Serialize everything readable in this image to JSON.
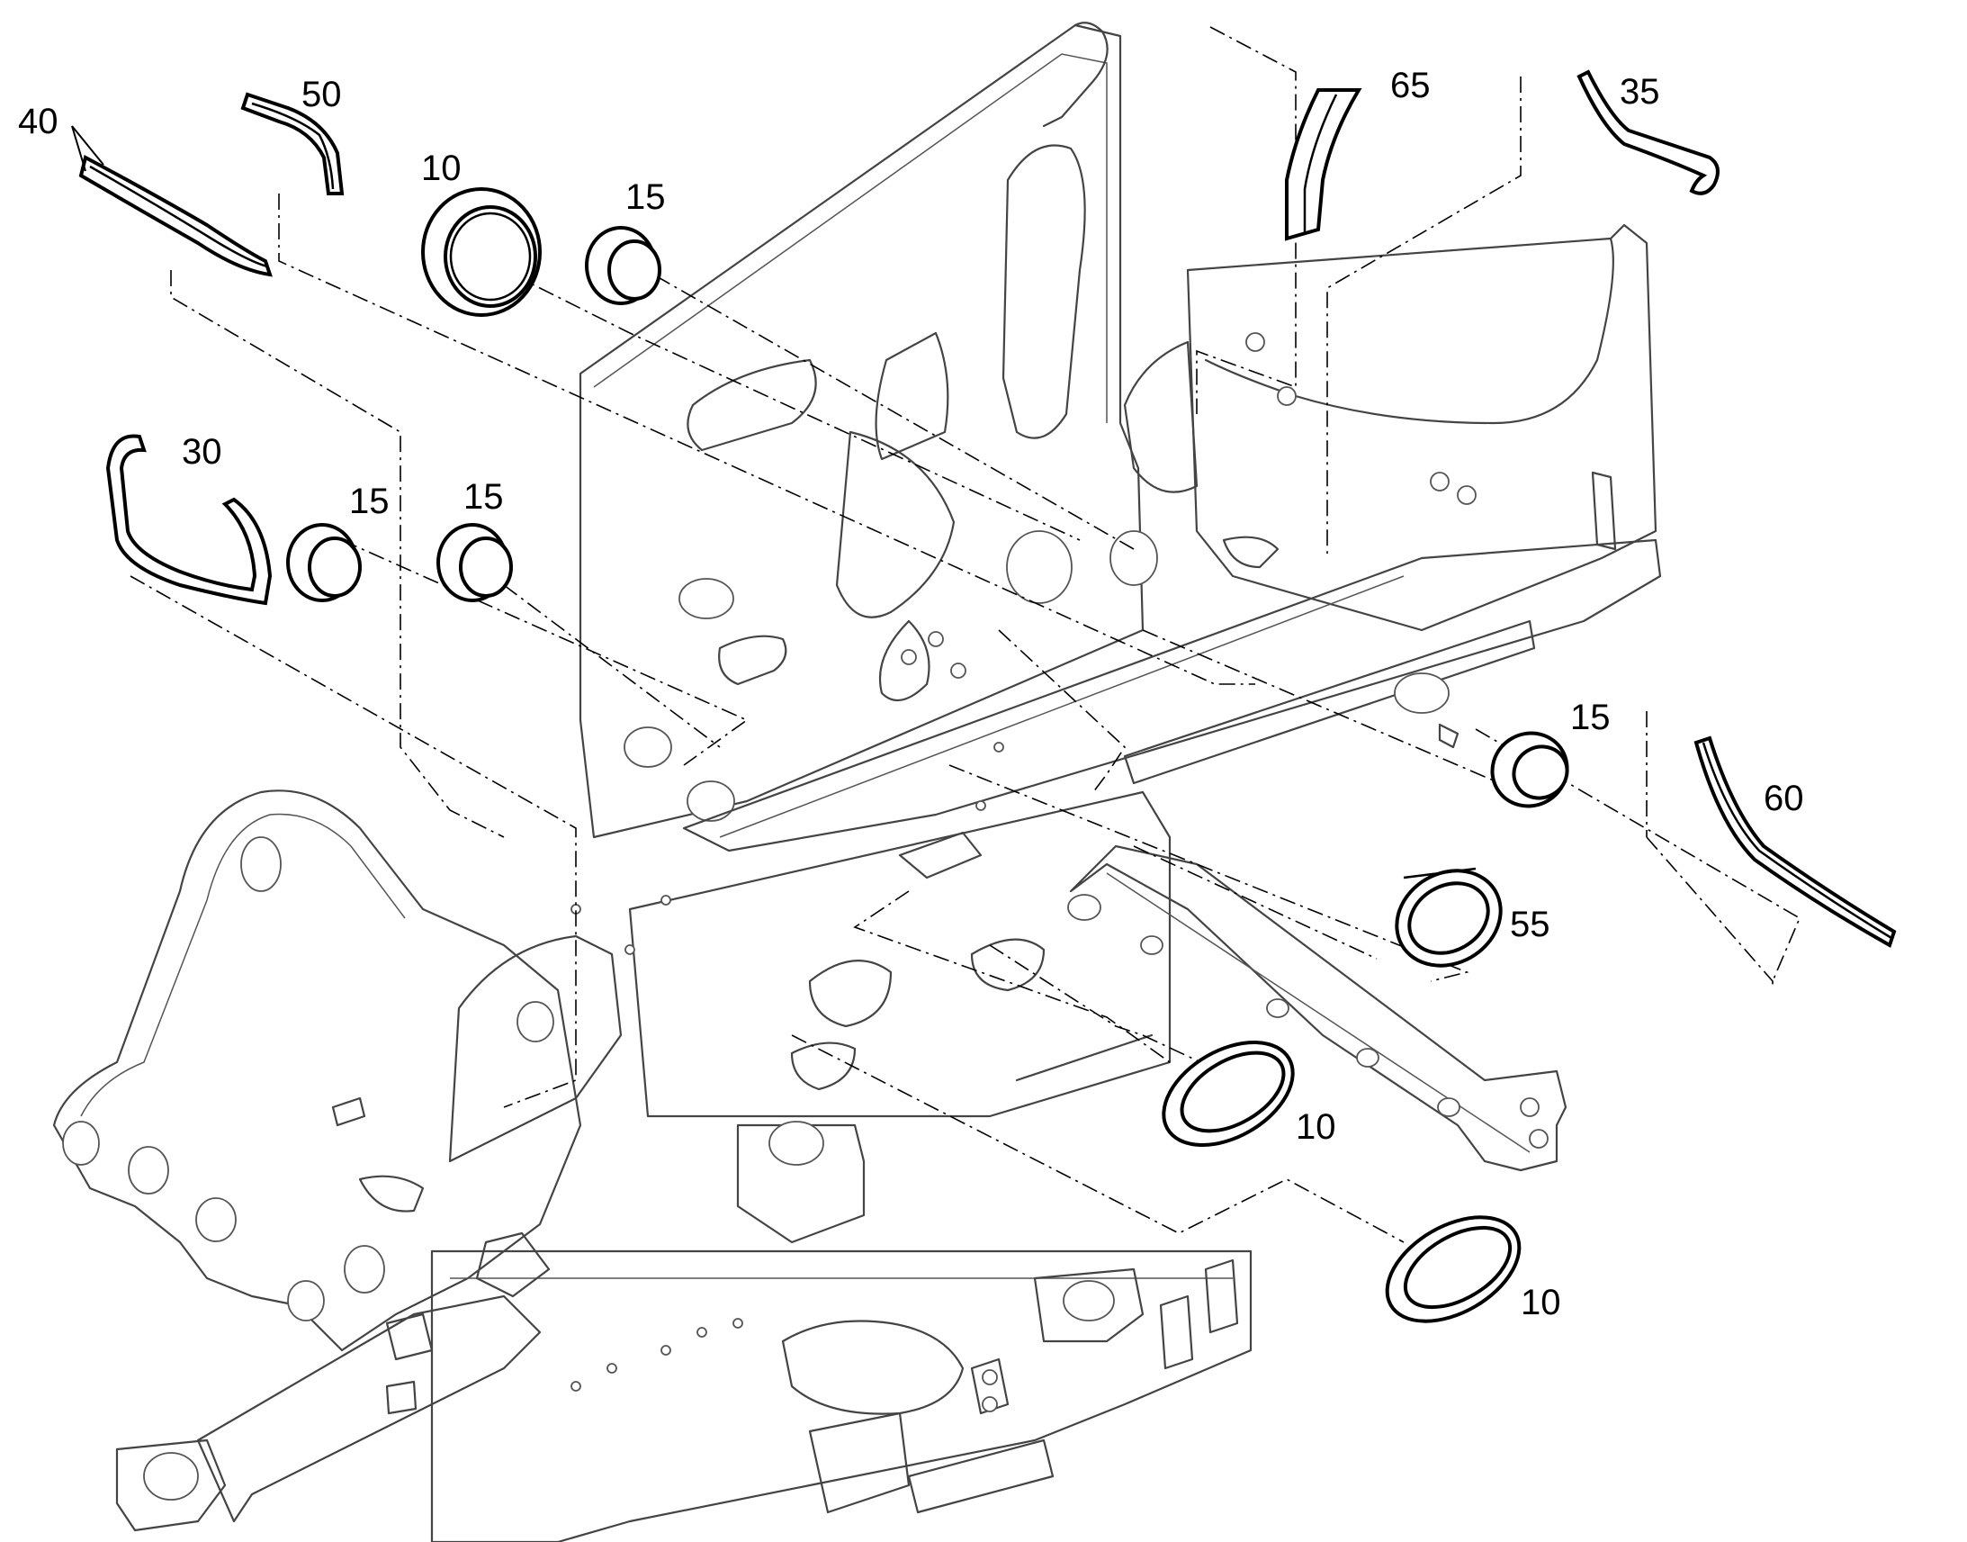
{
  "callouts": {
    "c40": "40",
    "c50": "50",
    "c10_top": "10",
    "c15_top": "15",
    "c65": "65",
    "c35": "35",
    "c30": "30",
    "c15_left": "15",
    "c15_mid": "15",
    "c15_right": "15",
    "c60": "60",
    "c55": "55",
    "c10_mid": "10",
    "c10_bottom": "10"
  }
}
